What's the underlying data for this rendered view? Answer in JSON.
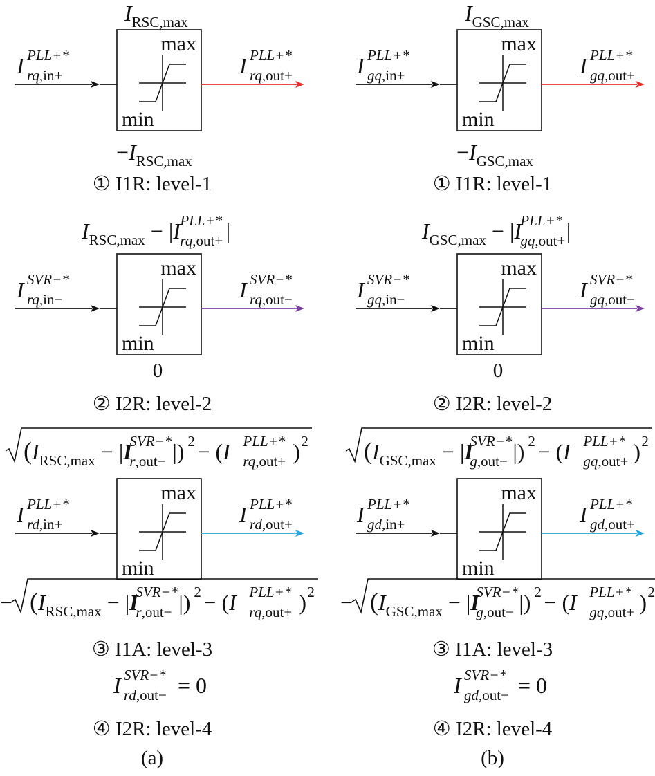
{
  "panels": [
    {
      "id": "a",
      "caption": "(a)",
      "blocks": [
        {
          "level_label": "① I1R: level-1",
          "upper_limit": {
            "main": "I",
            "sub": "RSC,max"
          },
          "lower_limit": {
            "prefix": "−",
            "main": "I",
            "sub": "RSC,max"
          },
          "input": {
            "main": "I",
            "sup": "PLL+*",
            "sub_it": "rq",
            "sub_rm": ",in+"
          },
          "output": {
            "main": "I",
            "sup": "PLL+*",
            "sub_it": "rq",
            "sub_rm": ",out+"
          },
          "out_color": "#e8302a",
          "max_text": "max",
          "min_text": "min"
        },
        {
          "level_label": "② I2R: level-2",
          "upper_limit_text": "I_RSC,max − |I^PLL+*_rq,out+|",
          "lower_limit_text": "0",
          "input": {
            "main": "I",
            "sup": "SVR−*",
            "sub_it": "rq",
            "sub_rm": ",in−"
          },
          "output": {
            "main": "I",
            "sup": "SVR−*",
            "sub_it": "rq",
            "sub_rm": ",out−"
          },
          "out_color": "#7a3ea0",
          "max_text": "max",
          "min_text": "min"
        },
        {
          "level_label": "③ I1A: level-3",
          "upper_limit_text": "√((I_RSC,max − |I^SVR−*_r,out−|)² − (I^PLL+*_rq,out+)²)",
          "lower_limit_text": "−√((I_RSC,max − |I^SVR−*_r,out−|)² − (I^PLL+*_rq,out+)²)",
          "input": {
            "main": "I",
            "sup": "PLL+*",
            "sub_it": "rd",
            "sub_rm": ",in+"
          },
          "output": {
            "main": "I",
            "sup": "PLL+*",
            "sub_it": "rd",
            "sub_rm": ",out+"
          },
          "out_color": "#22a8e0",
          "max_text": "max",
          "min_text": "min"
        }
      ],
      "equation": "I^SVR−*_rd,out− = 0",
      "level4_label": "④ I2R: level-4"
    },
    {
      "id": "b",
      "caption": "(b)",
      "blocks": [
        {
          "level_label": "① I1R: level-1",
          "upper_limit": {
            "main": "I",
            "sub": "GSC,max"
          },
          "lower_limit": {
            "prefix": "−",
            "main": "I",
            "sub": "GSC,max"
          },
          "input": {
            "main": "I",
            "sup": "PLL+*",
            "sub_it": "gq",
            "sub_rm": ",in+"
          },
          "output": {
            "main": "I",
            "sup": "PLL+*",
            "sub_it": "gq",
            "sub_rm": ",out+"
          },
          "out_color": "#e8302a",
          "max_text": "max",
          "min_text": "min"
        },
        {
          "level_label": "② I2R: level-2",
          "upper_limit_text": "I_GSC,max − |I^PLL+*_gq,out+|",
          "lower_limit_text": "0",
          "input": {
            "main": "I",
            "sup": "SVR−*",
            "sub_it": "gq",
            "sub_rm": ",in−"
          },
          "output": {
            "main": "I",
            "sup": "SVR−*",
            "sub_it": "gq",
            "sub_rm": ",out−"
          },
          "out_color": "#7a3ea0",
          "max_text": "max",
          "min_text": "min"
        },
        {
          "level_label": "③ I1A: level-3",
          "upper_limit_text": "√((I_GSC,max − |I^SVR−*_g,out−|)² − (I^PLL+*_gq,out+)²)",
          "lower_limit_text": "−√((I_GSC,max − |I^SVR−*_g,out−|)² − (I^PLL+*_gq,out+)²)",
          "input": {
            "main": "I",
            "sup": "PLL+*",
            "sub_it": "gd",
            "sub_rm": ",in+"
          },
          "output": {
            "main": "I",
            "sup": "PLL+*",
            "sub_it": "gd",
            "sub_rm": ",out+"
          },
          "out_color": "#22a8e0",
          "max_text": "max",
          "min_text": "min"
        }
      ],
      "equation": "I^SVR−*_gd,out− = 0",
      "level4_label": "④ I2R: level-4"
    }
  ]
}
